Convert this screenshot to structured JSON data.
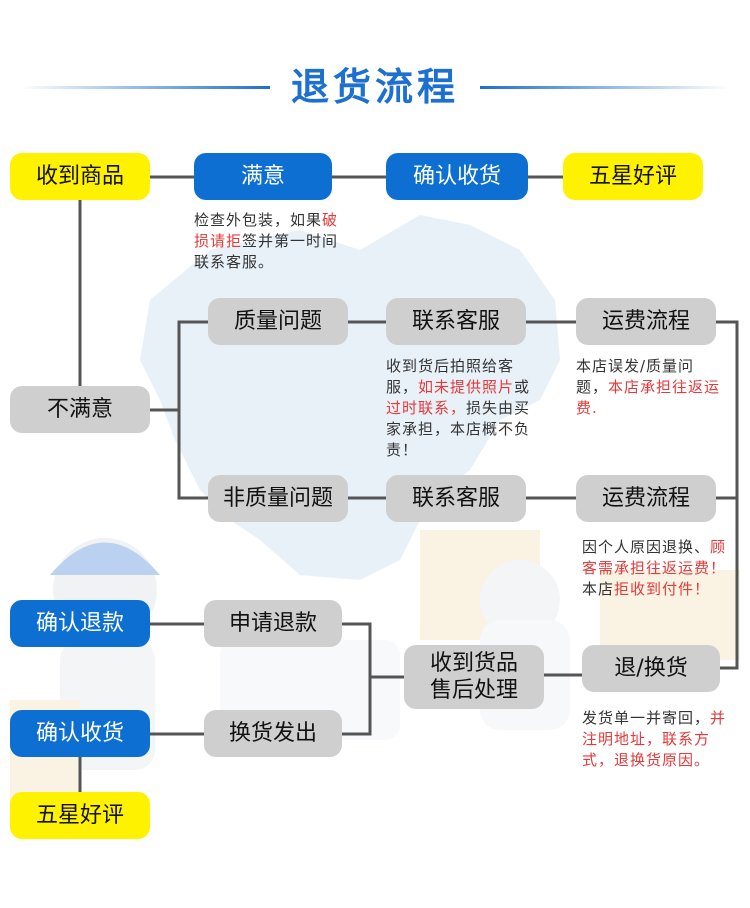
{
  "title": "退货流程",
  "colors": {
    "yellow": "#fff200",
    "blue": "#0c6fd1",
    "gray": "#cfcfcf",
    "red": "#e43a3a",
    "title": "#1d6fd0"
  },
  "nodes": {
    "receive_goods": "收到商品",
    "satisfied": "满意",
    "confirm_receipt_top": "确认收货",
    "five_star_top": "五星好评",
    "unsatisfied": "不满意",
    "quality_issue": "质量问题",
    "contact_service_1": "联系客服",
    "shipping_process_1": "运费流程",
    "non_quality_issue": "非质量问题",
    "contact_service_2": "联系客服",
    "shipping_process_2": "运费流程",
    "confirm_refund": "确认退款",
    "apply_refund": "申请退款",
    "receive_after_sale_line1": "收到货品",
    "receive_after_sale_line2": "售后处理",
    "return_exchange": "退/换货",
    "confirm_receipt_bottom": "确认收货",
    "ship_exchange": "换货发出",
    "five_star_bottom": "五星好评"
  },
  "notes": {
    "inspect": {
      "p1": "检查外包装，如果",
      "red": "破损请拒",
      "p2": "签并第一时间联系客服。"
    },
    "quality_service": {
      "p1": "收到货后拍照给客服，",
      "red1": "如未提供照片",
      "p2": "或",
      "red2": "过时联系，",
      "p3": "损失由买家承担，本店概不负责！"
    },
    "quality_shipping": {
      "p1": "本店误发/质量问题，",
      "red": "本店承担往返运费."
    },
    "nonquality_shipping": {
      "p1": "因个人原因退换、",
      "red1": "顾客需承担往返运费！",
      "p2": "本店",
      "red2": "拒收到付件！"
    },
    "return_note": {
      "p1": "发货单一并寄回，",
      "red": "并注明地址，联系方式，退换货原因。"
    }
  }
}
